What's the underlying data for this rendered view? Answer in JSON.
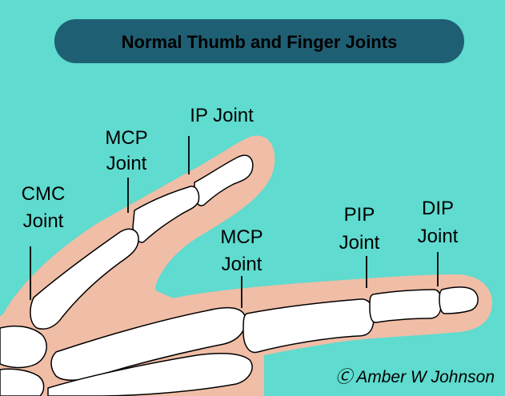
{
  "title": "Normal Thumb and Finger Joints",
  "labels": {
    "ip": {
      "line1": "IP Joint"
    },
    "mcp_thumb": {
      "line1": "MCP",
      "line2": "Joint"
    },
    "cmc": {
      "line1": "CMC",
      "line2": "Joint"
    },
    "mcp_finger": {
      "line1": "MCP",
      "line2": "Joint"
    },
    "pip": {
      "line1": "PIP",
      "line2": "Joint"
    },
    "dip": {
      "line1": "DIP",
      "line2": "Joint"
    }
  },
  "credit": "Ⓒ Amber W Johnson",
  "colors": {
    "background": "#5fdbcf",
    "title_pill": "#1f5f73",
    "skin": "#f0bda6",
    "bone": "#ffffff",
    "outline": "#000000"
  }
}
